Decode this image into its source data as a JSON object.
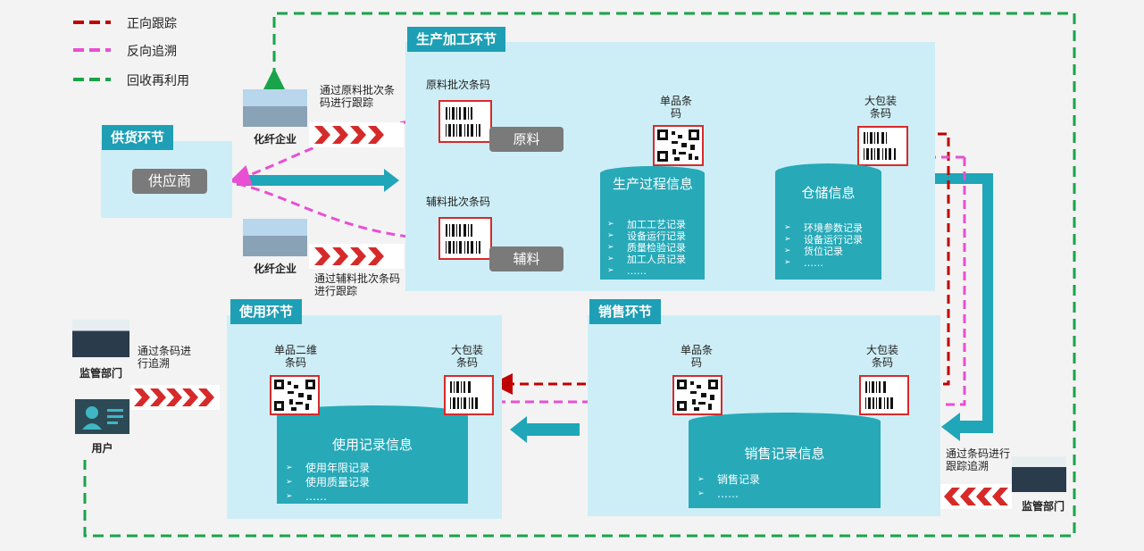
{
  "legend": [
    {
      "label": "正向跟踪",
      "color": "#c00000"
    },
    {
      "label": "反向追溯",
      "color": "#e84fd2"
    },
    {
      "label": "回收再利用",
      "color": "#1aa34a"
    }
  ],
  "supply": {
    "tab": "供货环节",
    "supplier": "供应商"
  },
  "enterprise": {
    "label_top": "化纤企业",
    "label_bottom": "化纤企业",
    "note_raw": "通过原料批次条码进行跟踪",
    "note_aux": "通过辅料批次条码进行跟踪"
  },
  "production": {
    "tab": "生产加工环节",
    "raw_code_label": "原料批次条码",
    "aux_code_label": "辅料批次条码",
    "raw_material": "原料",
    "aux_material": "辅料",
    "single_code_label": "单品条码",
    "big_pack_code_label": "大包装条码",
    "process_title": "生产过程信息",
    "process_items": [
      "加工工艺记录",
      "设备运行记录",
      "质量检验记录",
      "加工人员记录",
      "……"
    ],
    "storage_title": "仓储信息",
    "storage_items": [
      "环境参数记录",
      "设备运行记录",
      "货位记录",
      "……"
    ]
  },
  "usage": {
    "tab": "使用环节",
    "qr_label": "单品二维条码",
    "big_pack_label": "大包装条码",
    "title": "使用记录信息",
    "items": [
      "使用年限记录",
      "使用质量记录",
      "……"
    ]
  },
  "sales": {
    "tab": "销售环节",
    "single_label": "单品条码",
    "big_pack_label": "大包装条码",
    "title": "销售记录信息",
    "items": [
      "销售记录",
      "……"
    ]
  },
  "left_side": {
    "note": "通过条码进行追溯",
    "dept": "监管部门",
    "user": "用户"
  },
  "right_side": {
    "note": "通过条码进行跟踪追溯",
    "dept": "监管部门"
  }
}
